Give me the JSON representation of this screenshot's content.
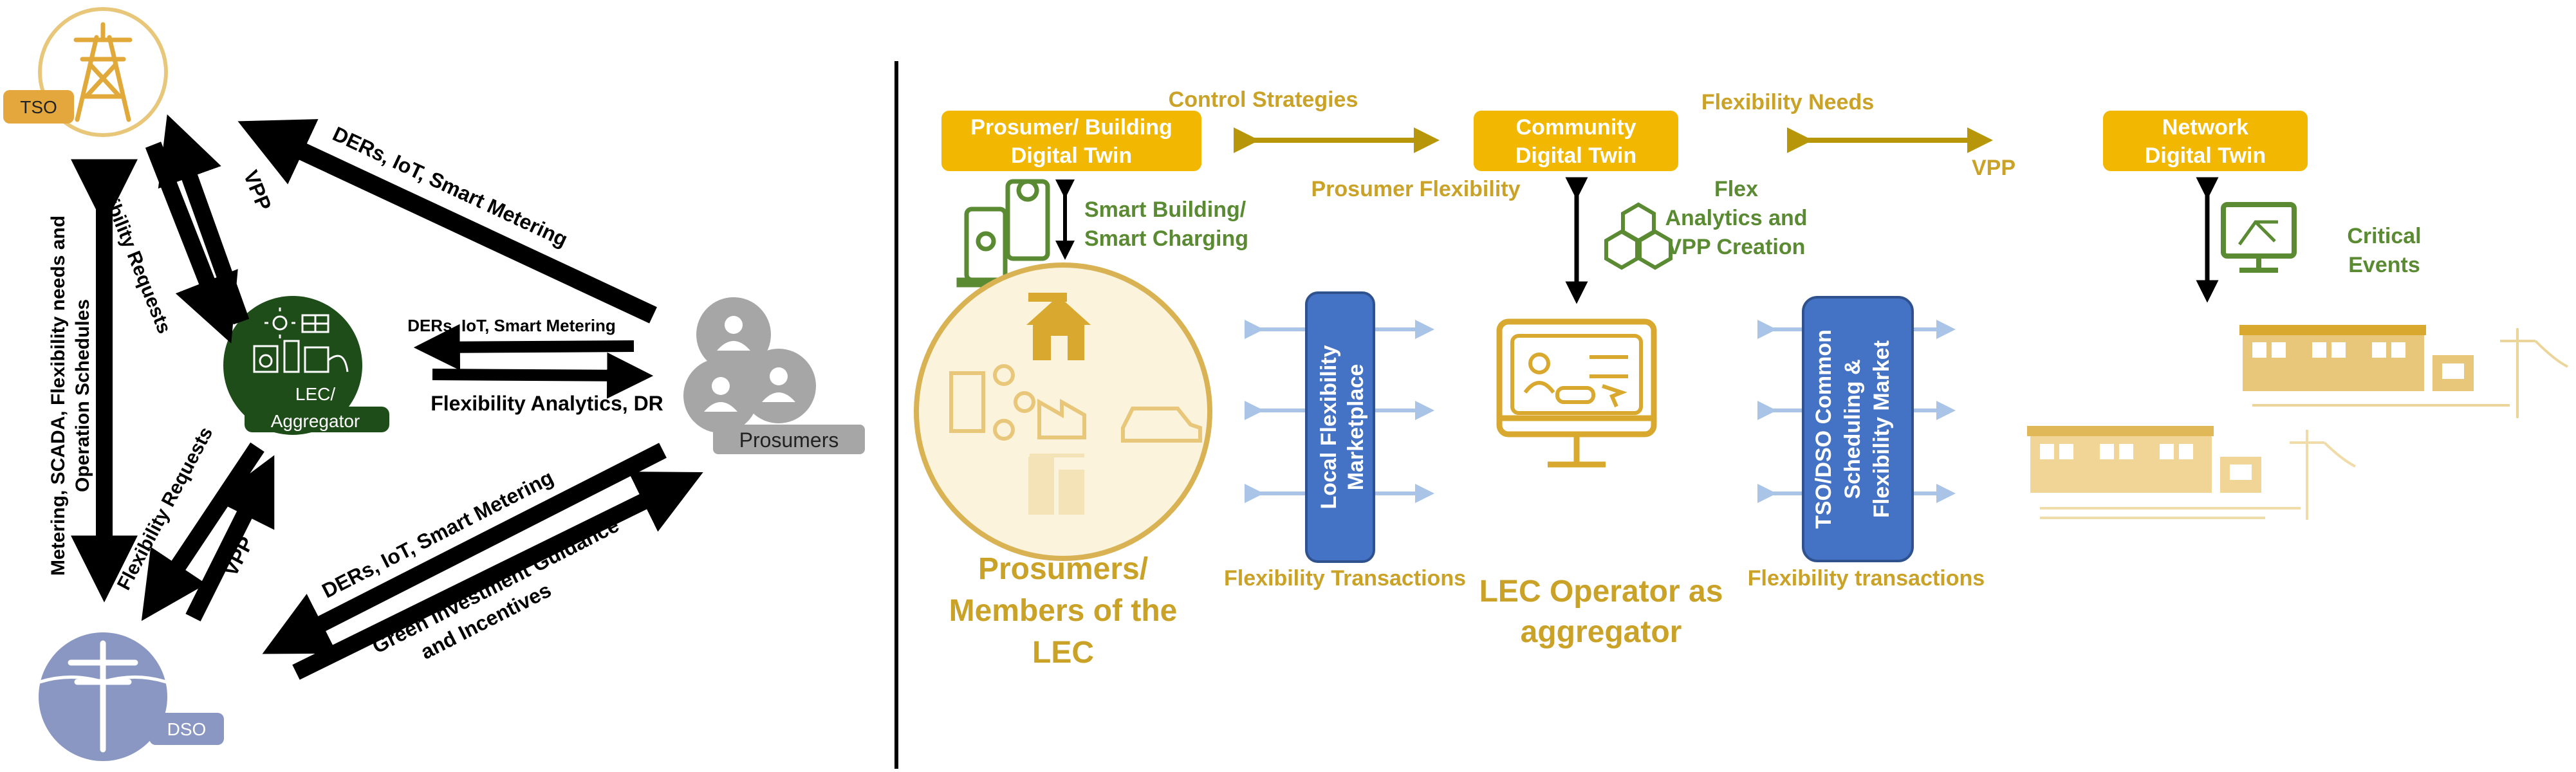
{
  "colors": {
    "gold": "#f2b700",
    "gold_text": "#c9a227",
    "olive": "#b8960a",
    "green_text": "#5a8a32",
    "dark_green": "#1e4d1a",
    "blue_box": "#4472c4",
    "light_blue_arrow": "#a9c4e6",
    "gray": "#a6a6a6",
    "dso_purple": "#8a97c2",
    "black": "#000000"
  },
  "left": {
    "tso_label": "TSO",
    "dso_label": "DSO",
    "lec_label_1": "LEC/",
    "lec_label_2": "Aggregator",
    "prosumers_label": "Prosumers",
    "arrows": {
      "ders_top": "DERs, IoT, Smart Metering",
      "vpp_top": "VPP",
      "flex_req_top": "Flexibility Requests",
      "ders_mid": "DERs, IoT,  Smart Metering",
      "flex_analytics": "Flexibility Analytics, DR",
      "metering_1": "Metering, SCADA, Flexibility needs and",
      "metering_2": "Operation Schedules",
      "flex_req_bottom": "Flexibility Requests",
      "vpp_bottom": "VPP",
      "ders_bottom": "DERs, IoT, Smart Metering",
      "green_1": "Green Investment Guidance",
      "green_2": "and Incentives"
    }
  },
  "right": {
    "box_prosumer_1": "Prosumer/  Building",
    "box_prosumer_2": "Digital Twin",
    "box_community_1": "Community",
    "box_community_2": "Digital Twin",
    "box_network_1": "Network",
    "box_network_2": "Digital Twin",
    "control_strategies": "Control Strategies",
    "flexibility_needs": "Flexibility Needs",
    "prosumer_flexibility": "Prosumer Flexibility",
    "vpp": "VPP",
    "smart_building_1": "Smart Building/",
    "smart_building_2": "Smart Charging",
    "flex_analytics_1": "Flex",
    "flex_analytics_2": "Analytics and",
    "flex_analytics_3": "VPP Creation",
    "critical_1": "Critical",
    "critical_2": "Events",
    "local_market_1": "Local Flexibility",
    "local_market_2": "Marketplace",
    "tso_dso_1": "TSO/DSO Common",
    "tso_dso_2": "Scheduling &",
    "tso_dso_3": "Flexibility Market",
    "flex_transactions_1": "Flexibility Transactions",
    "flex_transactions_2": "Flexibility transactions",
    "members_1": "Prosumers/",
    "members_2": "Members of the",
    "members_3": "LEC",
    "operator_1": "LEC Operator as",
    "operator_2": "aggregator"
  }
}
